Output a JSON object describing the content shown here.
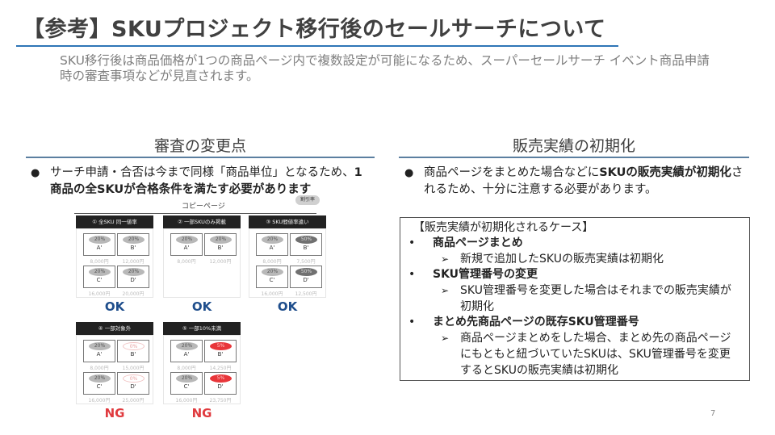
{
  "slide": {
    "title": "【参考】SKUプロジェクト移行後のセールサーチについて",
    "subtitle": "SKU移行後は商品価格が1つの商品ページ内で複数設定が可能になるため、スーパーセールサーチ イベント商品申請時の審査事項などが見直されます。",
    "page_number": "7",
    "accent_color": "#2e75b6"
  },
  "left_section": {
    "heading": "審査の変更点",
    "bullet_symbol": "●",
    "bullet_text_normal": "サーチ申請・合否は今まで同様「商品単位」となるため、",
    "bullet_text_bold": "1商品の全SKUが合格条件を満たす必要があります"
  },
  "diagram": {
    "copy_page_label": "コピーページ",
    "rate_badge": "割引率",
    "panels": [
      {
        "header": "① 全SKU 同一値率",
        "verdict": "OK",
        "skus": [
          {
            "rate": "20%",
            "letter": "A'",
            "price": "8,000円",
            "style": "grey"
          },
          {
            "rate": "20%",
            "letter": "B'",
            "price": "12,000円",
            "style": "grey"
          },
          {
            "rate": "20%",
            "letter": "C'",
            "price": "16,000円",
            "style": "grey"
          },
          {
            "rate": "20%",
            "letter": "D'",
            "price": "20,000円",
            "style": "grey"
          }
        ]
      },
      {
        "header": "② 一部SKUのみ掲載",
        "verdict": "OK",
        "skus": [
          {
            "rate": "20%",
            "letter": "A'",
            "price": "8,000円",
            "style": "grey"
          },
          {
            "rate": "20%",
            "letter": "B'",
            "price": "12,000円",
            "style": "grey"
          }
        ]
      },
      {
        "header": "③ SKU間値率違い",
        "verdict": "OK",
        "skus": [
          {
            "rate": "20%",
            "letter": "A'",
            "price": "8,000円",
            "style": "grey"
          },
          {
            "rate": "50%",
            "letter": "B'",
            "price": "7,500円",
            "style": "dark"
          },
          {
            "rate": "20%",
            "letter": "C'",
            "price": "16,000円",
            "style": "grey"
          },
          {
            "rate": "50%",
            "letter": "D'",
            "price": "12,500円",
            "style": "dark"
          }
        ]
      },
      {
        "header": "④ 一部対象外",
        "verdict": "NG",
        "skus": [
          {
            "rate": "20%",
            "letter": "A'",
            "price": "8,000円",
            "style": "grey"
          },
          {
            "rate": "0%",
            "letter": "B'",
            "price": "15,000円",
            "style": "empty"
          },
          {
            "rate": "20%",
            "letter": "C'",
            "price": "16,000円",
            "style": "grey"
          },
          {
            "rate": "0%",
            "letter": "D'",
            "price": "25,000円",
            "style": "empty"
          }
        ]
      },
      {
        "header": "⑤ 一部10%未満",
        "verdict": "NG",
        "skus": [
          {
            "rate": "20%",
            "letter": "A'",
            "price": "8,000円",
            "style": "grey"
          },
          {
            "rate": "5%",
            "letter": "B'",
            "price": "14,250円",
            "style": "red"
          },
          {
            "rate": "20%",
            "letter": "C'",
            "price": "16,000円",
            "style": "grey"
          },
          {
            "rate": "5%",
            "letter": "D'",
            "price": "23,750円",
            "style": "red"
          }
        ]
      }
    ],
    "ok_color": "#1f4e8c",
    "ng_color": "#e03a3e"
  },
  "right_section": {
    "heading": "販売実績の初期化",
    "bullet_symbol": "●",
    "bullet_text_normal_1": "商品ページをまとめた場合などに",
    "bullet_text_bold": "SKUの販売実績が初期化",
    "bullet_text_normal_2": "されるため、十分に注意する必要があります。"
  },
  "case_box": {
    "title": "【販売実績が初期化されるケース】",
    "items": [
      {
        "bullet": "•",
        "label": "商品ページまとめ",
        "arrow": "➢",
        "detail": "新規で追加したSKUの販売実績は初期化"
      },
      {
        "bullet": "•",
        "label": "SKU管理番号の変更",
        "arrow": "➢",
        "detail": "SKU管理番号を変更した場合はそれまでの販売実績が初期化"
      },
      {
        "bullet": "•",
        "label": "まとめ先商品ページの既存SKU管理番号",
        "arrow": "➢",
        "detail": "商品ページまとめをした場合、まとめ先の商品ページにもともと紐づいていたSKUは、SKU管理番号を変更するとSKUの販売実績は初期化"
      }
    ]
  }
}
